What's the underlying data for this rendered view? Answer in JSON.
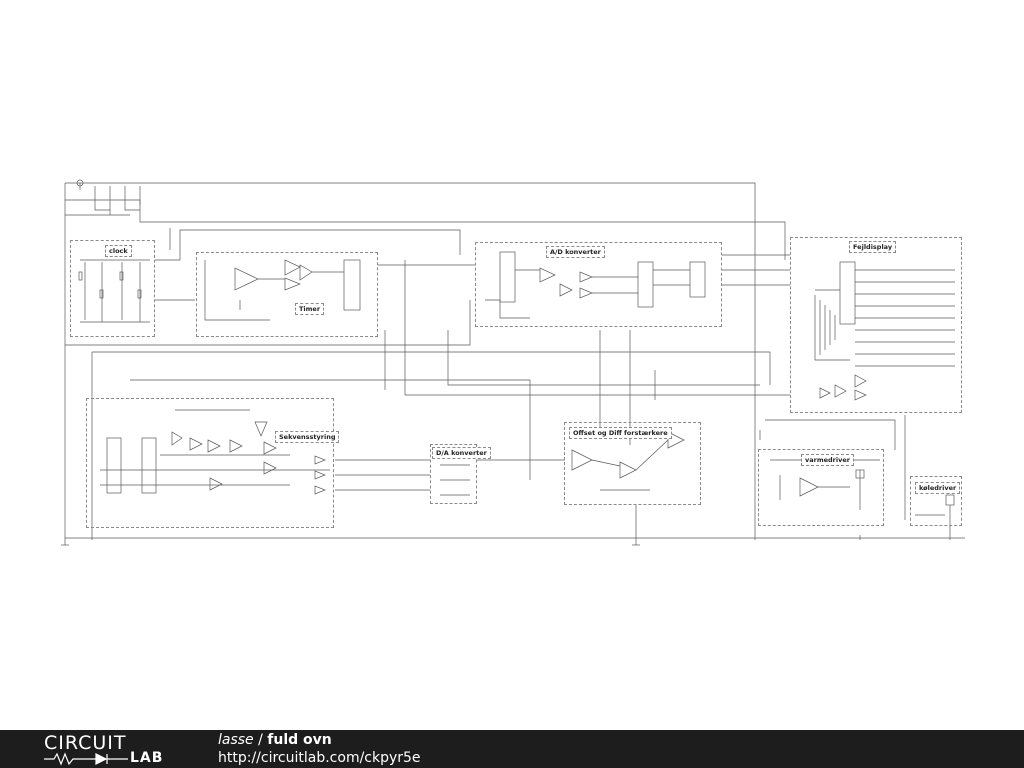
{
  "diagram": {
    "blocks": [
      {
        "id": "clock",
        "label": "clock"
      },
      {
        "id": "timer",
        "label": "Timer"
      },
      {
        "id": "ad",
        "label": "A/D konverter"
      },
      {
        "id": "fejl",
        "label": "Fejldisplay"
      },
      {
        "id": "sekvens",
        "label": "Sekvensstyring"
      },
      {
        "id": "da",
        "label": "D/A konverter"
      },
      {
        "id": "offset",
        "label": "Offset og Diff forstærkere"
      },
      {
        "id": "varme",
        "label": "varmedriver"
      },
      {
        "id": "kole",
        "label": "køledriver"
      }
    ]
  },
  "footer": {
    "logo_top": "CIRCUIT",
    "logo_bottom": "LAB",
    "author": "lasse",
    "separator": " / ",
    "project": "fuld ovn",
    "url": "http://circuitlab.com/ckpyr5e"
  }
}
